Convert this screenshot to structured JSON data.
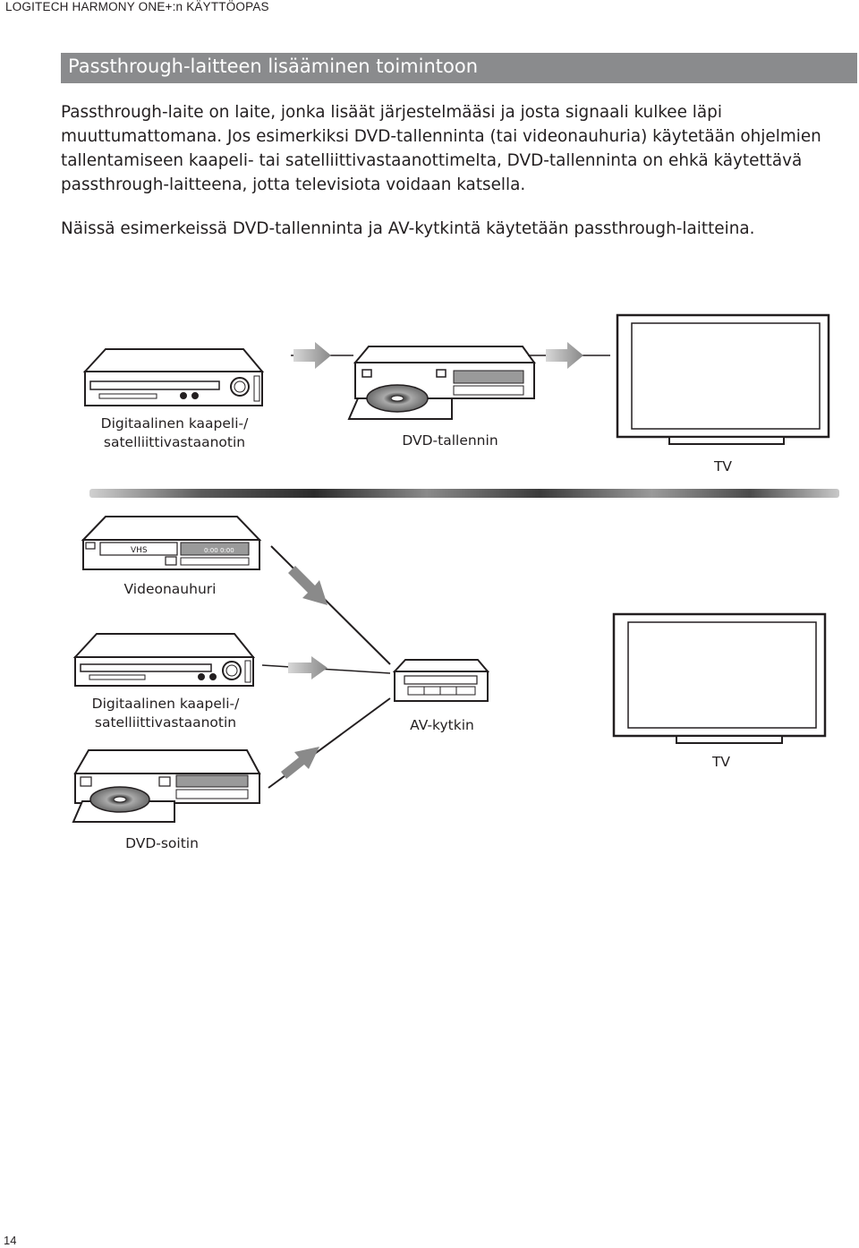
{
  "header": {
    "running_head": "LOGITECH HARMONY ONE+:n KÄYTTÖOPAS"
  },
  "section": {
    "title": "Passthrough-laitteen lisääminen toimintoon"
  },
  "body": {
    "paragraph_1": "Passthrough-laite on laite, jonka lisäät järjestelmääsi ja josta signaali kulkee läpi muuttumattomana. Jos esimerkiksi DVD-tallenninta (tai videonauhuria) käytetään ohjelmien tallentamiseen kaapeli- tai satelliittivastaanottimelta, DVD-tallenninta on ehkä käytettävä passthrough-laitteena, jotta televisiota voidaan katsella.",
    "paragraph_2": "Näissä esimerkeissä DVD-tallenninta ja AV-kytkintä käytetään passthrough-laitteina."
  },
  "diagram_1": {
    "receiver_label_line1": "Digitaalinen kaapeli-/",
    "receiver_label_line2": "satelliittivastaanotin",
    "dvd_recorder_label": "DVD-tallennin",
    "tv_label": "TV"
  },
  "diagram_2": {
    "vcr_label": "Videonauhuri",
    "vcr_display_text": "VHS",
    "vcr_clock_text": "0:00 0:00",
    "receiver_label_line1": "Digitaalinen kaapeli-/",
    "receiver_label_line2": "satelliittivastaanotin",
    "av_switch_label": "AV-kytkin",
    "tv_label": "TV",
    "dvd_player_label": "DVD-soitin"
  },
  "footer": {
    "page_number": "14"
  }
}
